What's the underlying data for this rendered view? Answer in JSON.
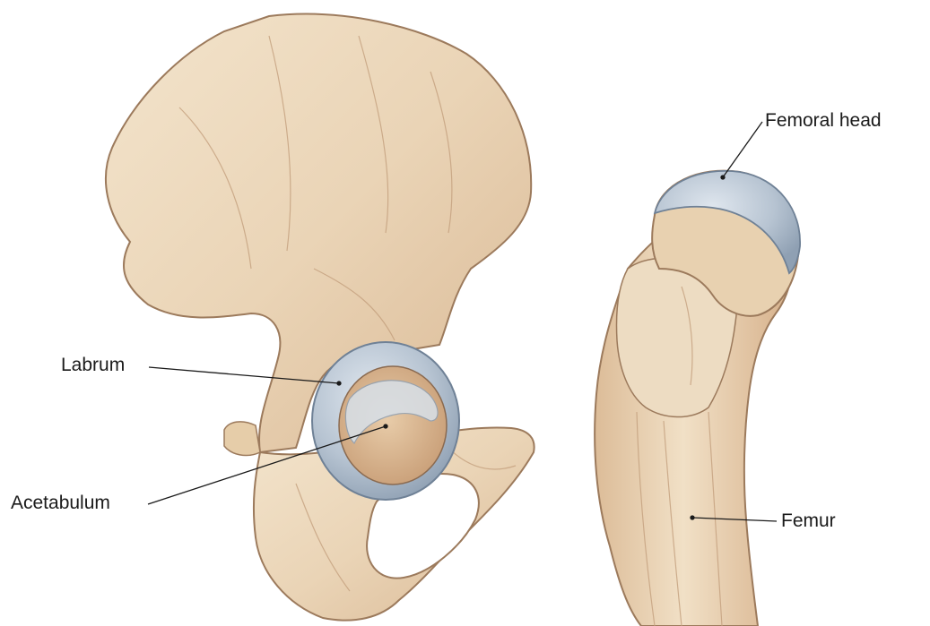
{
  "labels": {
    "labrum": "Labrum",
    "acetabulum": "Acetabulum",
    "femoral_head": "Femoral head",
    "femur": "Femur"
  },
  "colors": {
    "bone": "#ecd9bd",
    "bone_shadow": "#d8b898",
    "bone_outline": "#9c7a5c",
    "cartilage": "#a9b7c6",
    "cartilage_light": "#c9d3de",
    "leader_line": "#1a1a1a"
  }
}
